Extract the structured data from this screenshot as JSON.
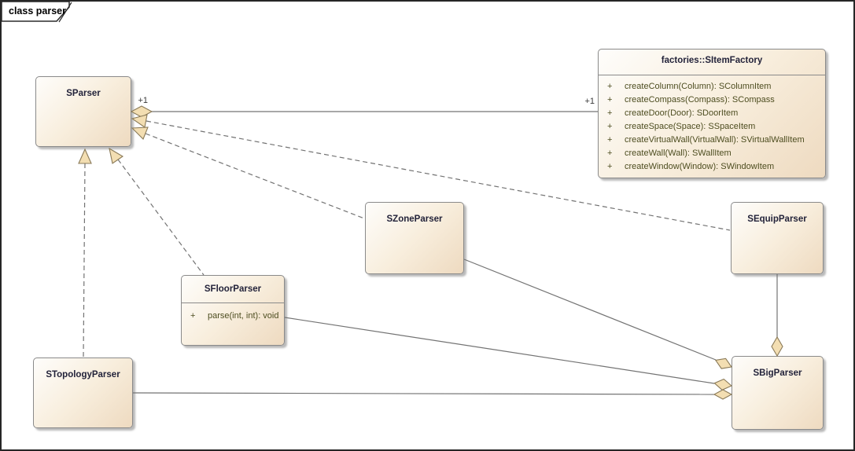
{
  "frame": {
    "title": "class parser"
  },
  "classes": {
    "sparser": {
      "name": "SParser"
    },
    "factory": {
      "name": "factories::SItemFactory",
      "methods": [
        {
          "vis": "+",
          "sig": "createColumn(Column): SColumnItem"
        },
        {
          "vis": "+",
          "sig": "createCompass(Compass): SCompass"
        },
        {
          "vis": "+",
          "sig": "createDoor(Door): SDoorItem"
        },
        {
          "vis": "+",
          "sig": "createSpace(Space): SSpaceItem"
        },
        {
          "vis": "+",
          "sig": "createVirtualWall(VirtualWall): SVirtualWallItem"
        },
        {
          "vis": "+",
          "sig": "createWall(Wall): SWallItem"
        },
        {
          "vis": "+",
          "sig": "createWindow(Window): SWindowItem"
        }
      ]
    },
    "szone": {
      "name": "SZoneParser"
    },
    "sequip": {
      "name": "SEquipParser"
    },
    "sfloor": {
      "name": "SFloorParser",
      "methods": [
        {
          "vis": "+",
          "sig": "parse(int, int): void"
        }
      ]
    },
    "stopology": {
      "name": "STopologyParser"
    },
    "sbig": {
      "name": "SBigParser"
    }
  },
  "connectors": {
    "aggregations": [
      {
        "from": "SParser",
        "to": "factories::SItemFactory",
        "source_mult": "+1",
        "target_mult": "+1"
      },
      {
        "from": "SBigParser",
        "to": "SZoneParser"
      },
      {
        "from": "SBigParser",
        "to": "SFloorParser"
      },
      {
        "from": "SBigParser",
        "to": "STopologyParser"
      },
      {
        "from": "SBigParser",
        "to": "SEquipParser"
      }
    ],
    "realizations": [
      {
        "from": "SEquipParser",
        "to": "SParser"
      },
      {
        "from": "SZoneParser",
        "to": "SParser"
      },
      {
        "from": "SFloorParser",
        "to": "SParser"
      },
      {
        "from": "STopologyParser",
        "to": "SParser"
      }
    ]
  },
  "colors": {
    "box_fill_light": "#fefdfb",
    "box_fill_dark": "#eedac0",
    "box_border": "#8a8a8a",
    "connector": "#737373",
    "arrow_fill": "#f3deb2",
    "arrow_border": "#8a7a58",
    "class_name_text": "#23233a",
    "method_text": "#4d4d20"
  }
}
